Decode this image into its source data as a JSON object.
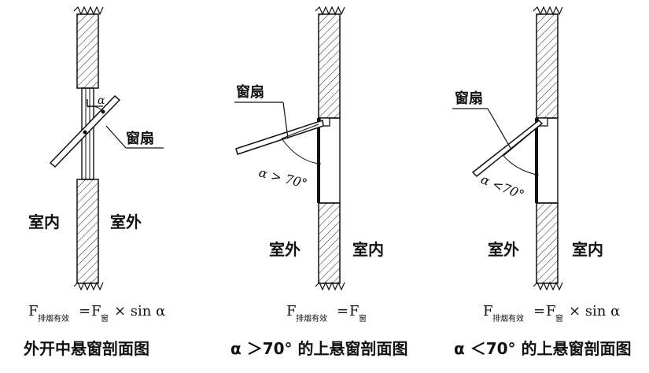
{
  "panels": [
    {
      "indoor_label": "室内",
      "outdoor_label": "室外",
      "sash_label": "窗扇",
      "angle_label": "α",
      "formula": {
        "F": "F",
        "sub_effective": "排烟有效",
        "eq": "=",
        "F2": "F",
        "sub_window": "窗",
        "rest": "× sin α"
      },
      "caption": "外开中悬窗剖面图"
    },
    {
      "indoor_label": "室内",
      "outdoor_label": "室外",
      "sash_label": "窗扇",
      "angle_label": "α > 70°",
      "formula": {
        "F": "F",
        "sub_effective": "排烟有效",
        "eq": "=",
        "F2": "F",
        "sub_window": "窗",
        "rest": ""
      },
      "caption": "α ＞70° 的上悬窗剖面图"
    },
    {
      "indoor_label": "室内",
      "outdoor_label": "室外",
      "sash_label": "窗扇",
      "angle_label": "α <70°",
      "formula": {
        "F": "F",
        "sub_effective": "排烟有效",
        "eq": "=",
        "F2": "F",
        "sub_window": "窗",
        "rest": "× sin α"
      },
      "caption": "α ＜70° 的上悬窗剖面图"
    }
  ]
}
